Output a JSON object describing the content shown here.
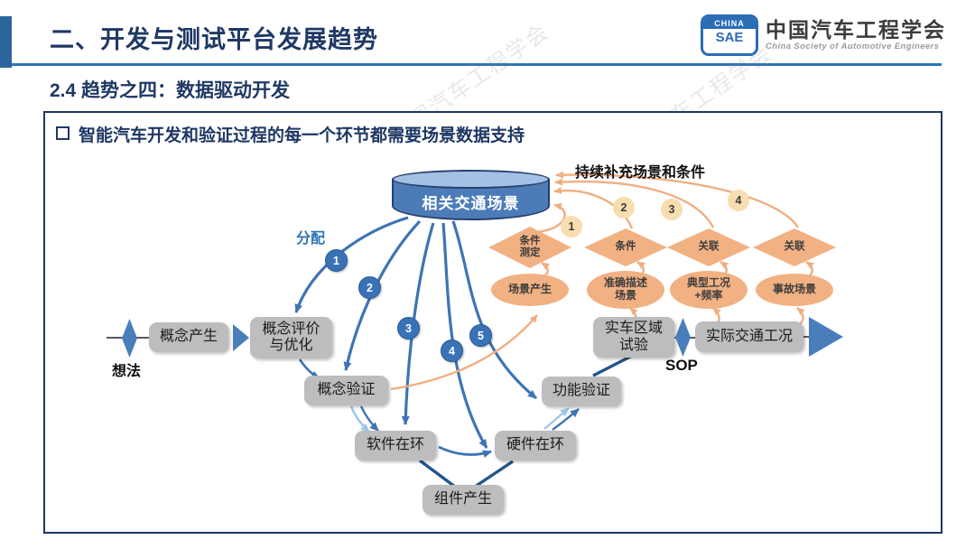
{
  "header": {
    "title": "二、开发与测试平台发展趋势",
    "subtitle": "2.4 趋势之四：数据驱动开发"
  },
  "logo": {
    "badge_top": "CHINA",
    "badge_bottom": "SAE",
    "org_cn": "中国汽车工程学会",
    "org_en": "China Society of Automotive Engineers"
  },
  "content": {
    "bullet": "智能汽车开发和验证过程的每一个环节都需要场景数据支持"
  },
  "diagram": {
    "database_label": "相关交通场景",
    "replenish_label": "持续补充场景和条件",
    "allocate_label": "分配",
    "idea_label": "想法",
    "sop_label": "SOP",
    "boxes": {
      "concept_gen": "概念产生",
      "concept_eval": "概念评价\n与优化",
      "concept_verify": "概念验证",
      "software_loop": "软件在环",
      "hardware_loop": "硬件在环",
      "component_gen": "组件产生",
      "function_verify": "功能验证",
      "field_test": "实车区域\n试验",
      "real_traffic": "实际交通工况"
    },
    "diamonds": {
      "d1": "条件\n测定",
      "d2": "条件",
      "d3": "关联",
      "d4": "关联"
    },
    "ellipses": {
      "e1": "场景产生",
      "e2": "准确描述\n场景",
      "e3": "典型工况\n+频率",
      "e4": "事故场景"
    },
    "blue_steps": [
      "1",
      "2",
      "3",
      "4",
      "5"
    ],
    "orange_steps": [
      "1",
      "2",
      "3",
      "4"
    ]
  },
  "watermark": {
    "text": "中国汽车工程学会",
    "partial": "会"
  },
  "colors": {
    "title_navy": "#1F3864",
    "accent_blue": "#2E75B6",
    "flow_blue": "#3E74B5",
    "light_blue": "#9FC5E8",
    "navy_line": "#24558C",
    "box_gray": "#BDBDBD",
    "orange": "#F1B183",
    "tan": "#F8DDB0",
    "cylinder_blue": "#4C7CB8"
  }
}
